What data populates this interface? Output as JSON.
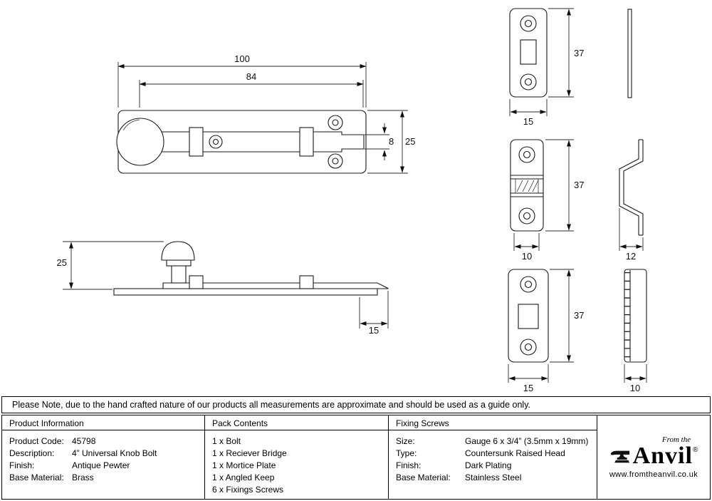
{
  "note": "Please Note, due to the hand crafted nature of our products all measurements are approximate and should be used as a guide only.",
  "dims": {
    "overall_length": "100",
    "bolt_length": "84",
    "bolt_width": "8",
    "plate_width": "25",
    "side_height": "25",
    "throw": "15",
    "mortice_height": "37",
    "mortice_width": "15",
    "bridge_height": "37",
    "bridge_width": "10",
    "keep_profile_width": "12",
    "keep_height": "37",
    "keep_width": "15",
    "keep_depth": "10"
  },
  "table": {
    "product_info": {
      "header": "Product Information",
      "rows": [
        {
          "label": "Product Code:",
          "value": "45798"
        },
        {
          "label": "Description:",
          "value": "4” Universal Knob Bolt"
        },
        {
          "label": "Finish:",
          "value": "Antique Pewter"
        },
        {
          "label": "Base Material:",
          "value": "Brass"
        }
      ]
    },
    "pack_contents": {
      "header": "Pack Contents",
      "items": [
        "1 x Bolt",
        "1 x Reciever Bridge",
        "1 x Mortice Plate",
        "1 x Angled Keep",
        "6 x Fixings Screws"
      ]
    },
    "fixing_screws": {
      "header": "Fixing Screws",
      "rows": [
        {
          "label": "Size:",
          "value": "Gauge 6 x 3/4” (3.5mm x 19mm)"
        },
        {
          "label": "Type:",
          "value": "Countersunk Raised Head"
        },
        {
          "label": "Finish:",
          "value": "Dark Plating"
        },
        {
          "label": "Base Material:",
          "value": "Stainless Steel"
        }
      ]
    },
    "logo": {
      "from_the": "From the",
      "brand": "Anvil",
      "reg": "®",
      "url": "www.fromtheanvil.co.uk"
    }
  }
}
